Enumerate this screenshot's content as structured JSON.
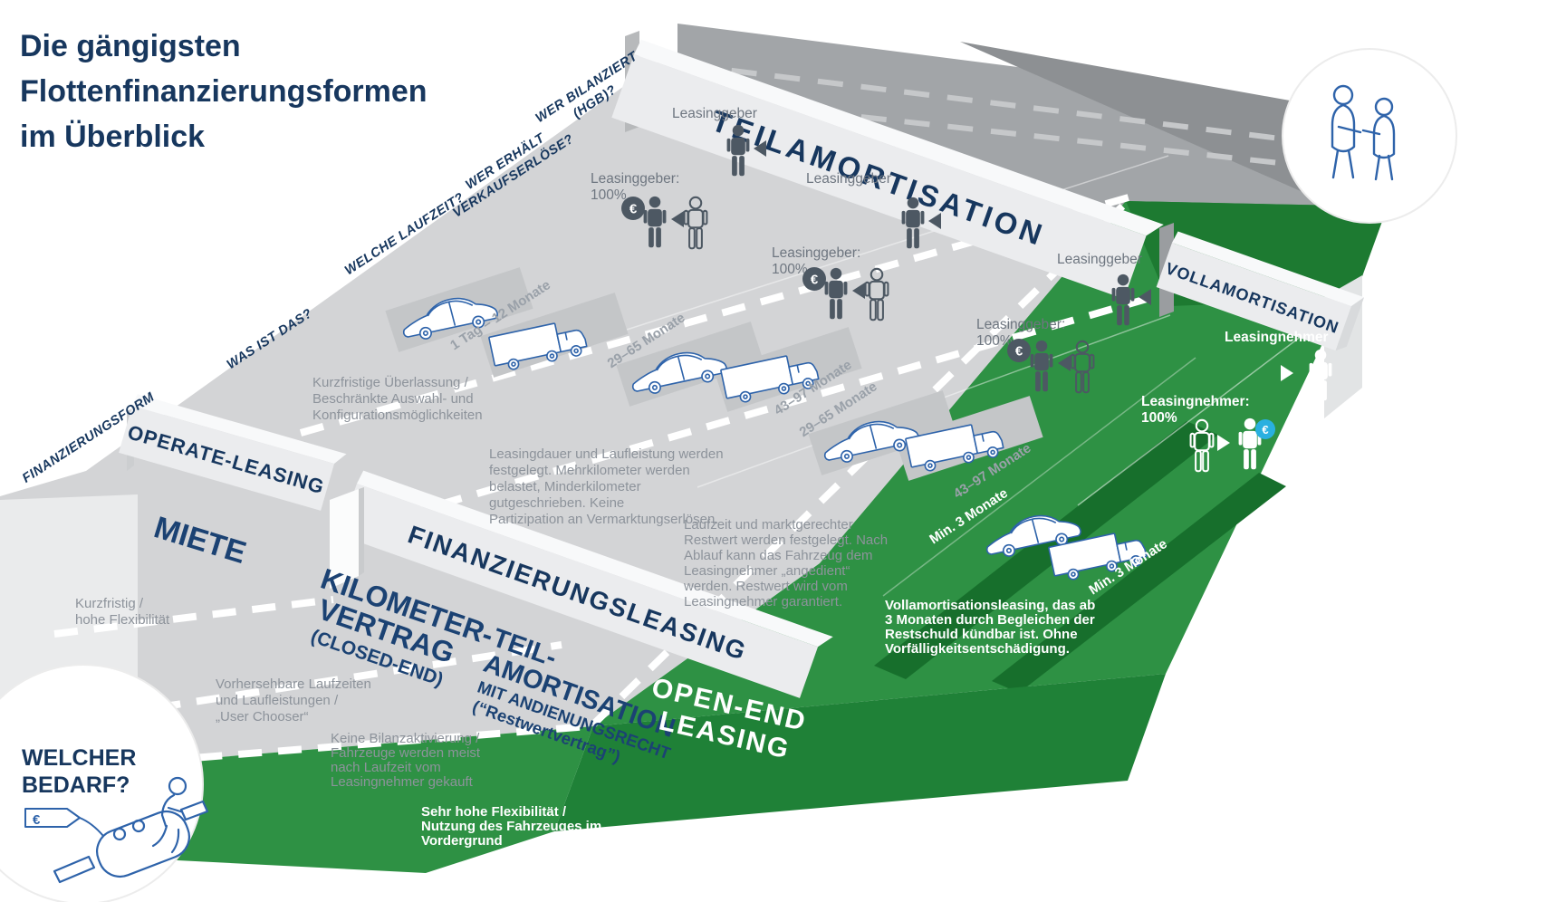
{
  "title": {
    "line1": "Die gängigsten",
    "line2": "Flottenfinanzierungsformen",
    "line3": "im Überblick"
  },
  "axis_labels": {
    "finanzierungsform": "FINANZIERUNGSFORM",
    "was_ist_das": "WAS IST DAS?",
    "welche_laufzeit": "WELCHE LAUFZEIT?",
    "wer_erhaelt_line1": "WER ERHÄLT",
    "wer_erhaelt_line2": "VERKAUFSERLÖSE?",
    "wer_bilanziert_line1": "WER BILANZIERT",
    "wer_bilanziert_line2": "(HGB)?"
  },
  "banners": {
    "operate_leasing": "OPERATE-LEASING",
    "teilamortisation": "TEILAMORTISATION",
    "vollamortisation": "VOLLAMORTISATION",
    "finanzierungsleasing": "FINANZIERUNGSLEASING"
  },
  "lanes": {
    "miete": "MIETE",
    "kilometervertrag": [
      "KILOMETER-",
      "VERTRAG",
      "(CLOSED-END)"
    ],
    "teilamortisation": [
      "TEIL-",
      "AMORTISATION",
      "MIT ANDIENUNGSRECHT",
      "(“Restwertvertrag”)"
    ],
    "open_end": [
      "OPEN-END",
      "LEASING"
    ]
  },
  "descriptions": {
    "miete": [
      "Kurzfristig /",
      "hohe Flexibilität"
    ],
    "operate": [
      "Kurzfristige Überlassung /",
      "Beschränkte Auswahl- und",
      "Konfigurationsmöglichkeiten"
    ],
    "kilometer": [
      "Vorhersehbare Laufzeiten",
      "und Laufleistungen /",
      "„User Chooser“"
    ],
    "kilometer_bilanz": [
      "Leasingdauer und Laufleistung werden",
      "festgelegt. Mehrkilometer werden",
      "belastet, Minderkilometer",
      "gutgeschrieben. Keine",
      "Partizipation an Vermarktungserlösen."
    ],
    "teilamortisation": [
      "Keine Bilanzaktivierung /",
      "Fahrzeuge werden meist",
      "nach Laufzeit vom",
      "Leasingnehmer gekauft"
    ],
    "restwert": [
      "Laufzeit und marktgerechter",
      "Restwert werden festgelegt. Nach",
      "Ablauf kann das Fahrzeug dem",
      "Leasingnehmer „angedient“",
      "werden. Restwert wird vom",
      "Leasingnehmer garantiert."
    ],
    "vollamortisation": [
      "Vollamortisationsleasing, das ab",
      "3 Monaten durch Begleichen der",
      "Restschuld kündbar ist. Ohne",
      "Vorfälligkeitsentschädigung."
    ],
    "open_end": [
      "Sehr hohe Flexibilität /",
      "Nutzung des Fahrzeuges im",
      "Vordergrund"
    ]
  },
  "durations": {
    "miete": "1 Tag – 12 Monate",
    "kilometer_car": "29–65 Monate",
    "kilometer_truck": "43–97 Monate",
    "restwert_car": "29–65 Monate",
    "restwert_truck": "43–97 Monate",
    "voll_car": "Min. 3 Monate",
    "voll_truck": "Min. 3 Monate"
  },
  "actors": {
    "leasinggeber": "Leasinggeber",
    "leasinggeber_share_line1": "Leasinggeber:",
    "leasinggeber_share_line2": "100%",
    "leasingnehmer": "Leasingnehmer",
    "leasingnehmer_share_line1": "Leasingnehmer:",
    "leasingnehmer_share_line2": "100%",
    "euro_symbol": "€"
  },
  "question_circle": {
    "line1": "WELCHER",
    "line2": "BEDARF?"
  },
  "colors": {
    "navy": "#17375e",
    "road_gray": "#d3d4d6",
    "dark_road": "#a2a5a8",
    "green": "#2e9144",
    "dark_green": "#1d7a31",
    "slate": "#4d5863",
    "outline_blue": "#2e63aa",
    "cyan": "#29b0e0"
  }
}
